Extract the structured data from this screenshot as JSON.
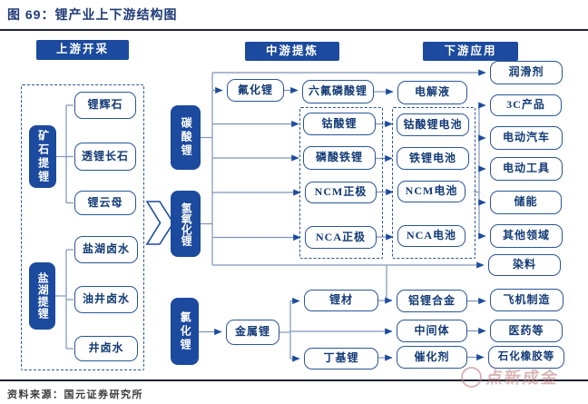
{
  "title": "图 69：锂产业上下游结构图",
  "source": "资料来源：国元证券研究所",
  "watermark": {
    "brand": "点新成金"
  },
  "colors": {
    "node_fill": "#1c4a9e",
    "node_border": "#2a5597",
    "node_text": "#123a75",
    "title_text": "#1e3a77",
    "connector": "#7e94bb",
    "arrowhead": "#1d4c9e",
    "watermark": "#bc7a7a"
  },
  "headers": {
    "upstream": "上游开采",
    "midstream": "中游提炼",
    "downstream": "下游应用"
  },
  "nodes": {
    "ore_extraction": "矿石提锂",
    "spodumene": "锂辉石",
    "petalite": "透锂长石",
    "lepidolite": "锂云母",
    "brine_extraction": "盐湖提锂",
    "salt_lake_brine": "盐湖卤水",
    "oil_well_brine": "油井卤水",
    "well_brine": "井卤水",
    "lithium_carbonate": "碳酸锂",
    "lithium_hydroxide": "氢氧化锂",
    "lithium_chloride": "氯化锂",
    "lithium_fluoride": "氟化锂",
    "lipf6": "六氟磷酸锂",
    "electrolyte": "电解液",
    "lco": "钴酸锂",
    "lfp": "磷酸铁锂",
    "ncm_cathode": "NCM正极",
    "nca_cathode": "NCA正极",
    "lco_battery": "钴酸锂电池",
    "lfp_battery": "铁锂电池",
    "ncm_battery": "NCM电池",
    "nca_battery": "NCA电池",
    "lithium_metal": "金属锂",
    "lithium_material": "锂材",
    "butyllithium": "丁基锂",
    "al_li_alloy": "铝锂合金",
    "intermediate": "中间体",
    "catalyst": "催化剂",
    "lubricant": "润滑剂",
    "consumer_3c": "3C产品",
    "ev": "电动汽车",
    "power_tools": "电动工具",
    "energy_storage": "储能",
    "other_fields": "其他领域",
    "dye": "染料",
    "aircraft": "飞机制造",
    "pharma": "医药等",
    "petrochemical_rubber": "石化橡胶等"
  },
  "edges": [
    "碳酸锂→氟化锂",
    "碳酸锂→润滑剂",
    "碳酸锂→钴酸锂",
    "碳酸锂→磷酸铁锂",
    "碳酸锂→NCM正极",
    "碳酸锂→NCA正极",
    "氢氧化锂→染料",
    "氟化锂→六氟磷酸锂",
    "六氟磷酸锂→电解液",
    "钴酸锂→钴酸锂电池",
    "磷酸铁锂→铁锂电池",
    "NCM正极→NCM电池",
    "NCA正极→NCA电池",
    "电池组→3C产品",
    "电池组→电动汽车",
    "电池组→电动工具",
    "电池组→储能",
    "电池组→其他领域",
    "氯化锂→金属锂",
    "金属锂→锂材",
    "金属锂→中间体",
    "金属锂→丁基锂",
    "锂材→铝锂合金",
    "铝锂合金→飞机制造",
    "中间体→医药等",
    "丁基锂→催化剂",
    "催化剂→石化橡胶等"
  ]
}
